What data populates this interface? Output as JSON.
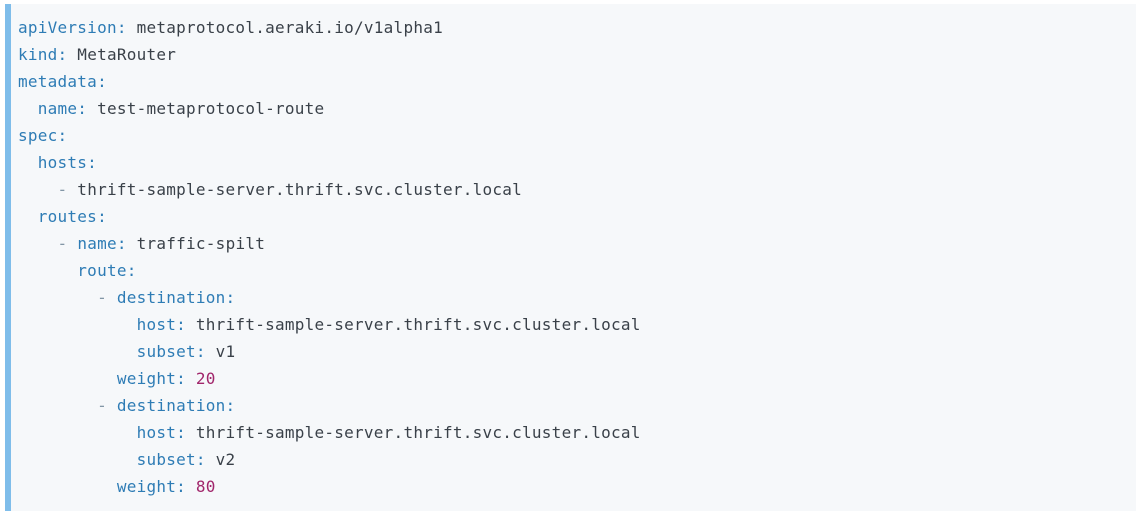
{
  "code_block": {
    "language": "yaml",
    "accent_color": "#7fbdea",
    "background_color": "#f6f8fa",
    "token_colors": {
      "key": "#2e7cb5",
      "plain": "#3a4149",
      "number": "#a1266b",
      "dash": "#8296a6"
    },
    "lines": [
      {
        "tokens": [
          {
            "type": "key",
            "text": "apiVersion:"
          },
          {
            "type": "plain",
            "text": " metaprotocol.aeraki.io/v1alpha1"
          }
        ]
      },
      {
        "tokens": [
          {
            "type": "key",
            "text": "kind:"
          },
          {
            "type": "plain",
            "text": " MetaRouter"
          }
        ]
      },
      {
        "tokens": [
          {
            "type": "key",
            "text": "metadata:"
          }
        ]
      },
      {
        "tokens": [
          {
            "type": "plain",
            "text": "  "
          },
          {
            "type": "key",
            "text": "name:"
          },
          {
            "type": "plain",
            "text": " test-metaprotocol-route"
          }
        ]
      },
      {
        "tokens": [
          {
            "type": "key",
            "text": "spec:"
          }
        ]
      },
      {
        "tokens": [
          {
            "type": "plain",
            "text": "  "
          },
          {
            "type": "key",
            "text": "hosts:"
          }
        ]
      },
      {
        "tokens": [
          {
            "type": "plain",
            "text": "    "
          },
          {
            "type": "dash",
            "text": "-"
          },
          {
            "type": "plain",
            "text": " thrift-sample-server.thrift.svc.cluster.local"
          }
        ]
      },
      {
        "tokens": [
          {
            "type": "plain",
            "text": "  "
          },
          {
            "type": "key",
            "text": "routes:"
          }
        ]
      },
      {
        "tokens": [
          {
            "type": "plain",
            "text": "    "
          },
          {
            "type": "dash",
            "text": "-"
          },
          {
            "type": "plain",
            "text": " "
          },
          {
            "type": "key",
            "text": "name:"
          },
          {
            "type": "plain",
            "text": " traffic-spilt"
          }
        ]
      },
      {
        "tokens": [
          {
            "type": "plain",
            "text": "      "
          },
          {
            "type": "key",
            "text": "route:"
          }
        ]
      },
      {
        "tokens": [
          {
            "type": "plain",
            "text": "        "
          },
          {
            "type": "dash",
            "text": "-"
          },
          {
            "type": "plain",
            "text": " "
          },
          {
            "type": "key",
            "text": "destination:"
          }
        ]
      },
      {
        "tokens": [
          {
            "type": "plain",
            "text": "            "
          },
          {
            "type": "key",
            "text": "host:"
          },
          {
            "type": "plain",
            "text": " thrift-sample-server.thrift.svc.cluster.local"
          }
        ]
      },
      {
        "tokens": [
          {
            "type": "plain",
            "text": "            "
          },
          {
            "type": "key",
            "text": "subset:"
          },
          {
            "type": "plain",
            "text": " v1"
          }
        ]
      },
      {
        "tokens": [
          {
            "type": "plain",
            "text": "          "
          },
          {
            "type": "key",
            "text": "weight:"
          },
          {
            "type": "plain",
            "text": " "
          },
          {
            "type": "number",
            "text": "20"
          }
        ]
      },
      {
        "tokens": [
          {
            "type": "plain",
            "text": "        "
          },
          {
            "type": "dash",
            "text": "-"
          },
          {
            "type": "plain",
            "text": " "
          },
          {
            "type": "key",
            "text": "destination:"
          }
        ]
      },
      {
        "tokens": [
          {
            "type": "plain",
            "text": "            "
          },
          {
            "type": "key",
            "text": "host:"
          },
          {
            "type": "plain",
            "text": " thrift-sample-server.thrift.svc.cluster.local"
          }
        ]
      },
      {
        "tokens": [
          {
            "type": "plain",
            "text": "            "
          },
          {
            "type": "key",
            "text": "subset:"
          },
          {
            "type": "plain",
            "text": " v2"
          }
        ]
      },
      {
        "tokens": [
          {
            "type": "plain",
            "text": "          "
          },
          {
            "type": "key",
            "text": "weight:"
          },
          {
            "type": "plain",
            "text": " "
          },
          {
            "type": "number",
            "text": "80"
          }
        ]
      }
    ]
  }
}
